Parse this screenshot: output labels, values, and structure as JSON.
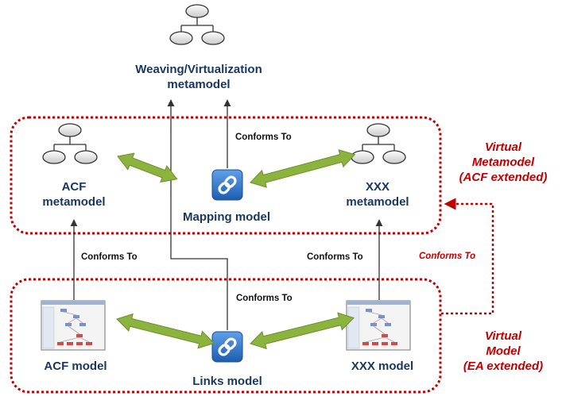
{
  "nodes": {
    "weaving_metamodel": {
      "line1": "Weaving/Virtualization",
      "line2": "metamodel"
    },
    "acf_metamodel": {
      "line1": "ACF",
      "line2": "metamodel"
    },
    "mapping_model": {
      "label": "Mapping model"
    },
    "xxx_metamodel": {
      "line1": "XXX",
      "line2": "metamodel"
    },
    "acf_model": {
      "label": "ACF model"
    },
    "links_model": {
      "label": "Links model"
    },
    "xxx_model": {
      "label": "XXX model"
    }
  },
  "relations": {
    "conforms_to": "Conforms To"
  },
  "groups": {
    "virtual_metamodel": {
      "line1": "Virtual",
      "line2": "Metamodel",
      "line3": "(ACF extended)"
    },
    "virtual_model": {
      "line1": "Virtual",
      "line2": "Model",
      "line3": "(EA extended)"
    }
  },
  "colors": {
    "group_border": "#c00000",
    "arrow_green": "#8db33f",
    "node_text": "#17375e",
    "link_icon": "#2e6fc2"
  },
  "icons": [
    "tree-icon",
    "chain-link-icon",
    "screenshot-thumbnail"
  ]
}
